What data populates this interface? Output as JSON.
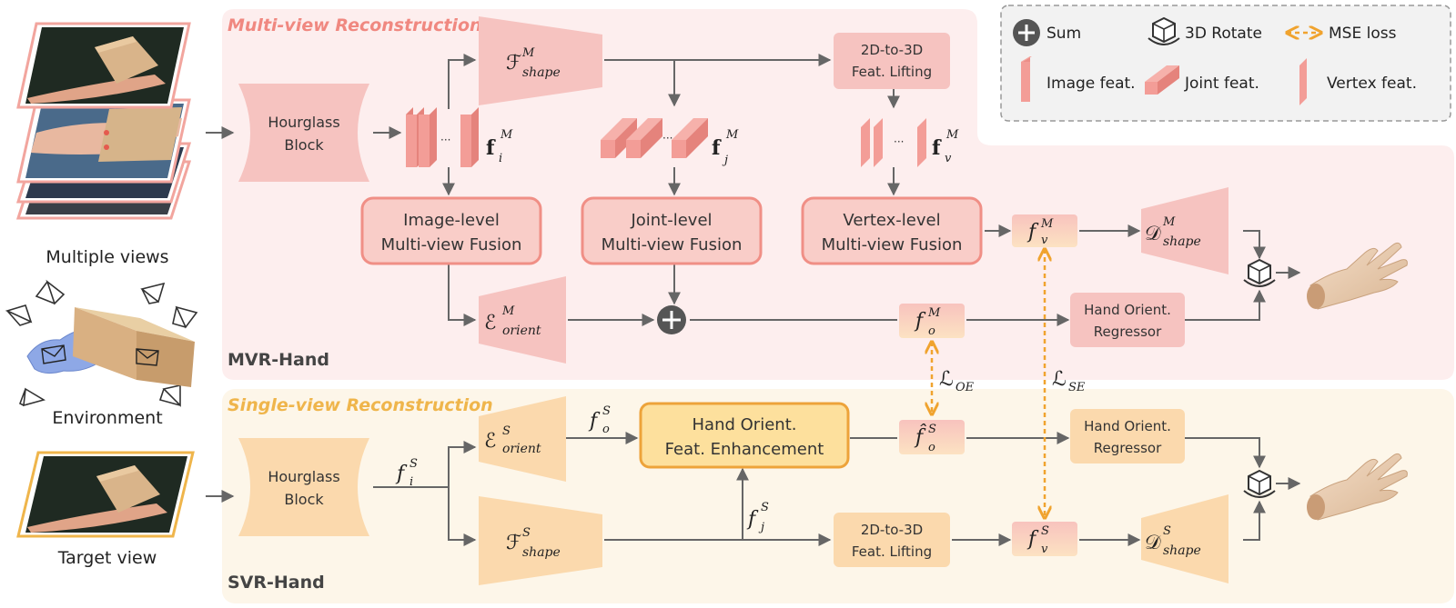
{
  "sections": {
    "mvr": {
      "title": "Multi-view Reconstruction",
      "name": "MVR-Hand"
    },
    "svr": {
      "title": "Single-view Reconstruction",
      "name": "SVR-Hand"
    }
  },
  "legend": {
    "sum": "Sum",
    "rotate": "3D Rotate",
    "mse": "MSE loss",
    "image_feat": "Image feat.",
    "joint_feat": "Joint feat.",
    "vertex_feat": "Vertex feat."
  },
  "left": {
    "multiple_views": "Multiple views",
    "environment": "Environment",
    "target_view": "Target view"
  },
  "mvr": {
    "hourglass": [
      "Hourglass",
      "Block"
    ],
    "lifting": [
      "2D-to-3D",
      "Feat. Lifting"
    ],
    "image_fusion": [
      "Image-level",
      "Multi-view Fusion"
    ],
    "joint_fusion": [
      "Joint-level",
      "Multi-view Fusion"
    ],
    "vertex_fusion": [
      "Vertex-level",
      "Multi-view Fusion"
    ],
    "regressor": [
      "Hand Orient.",
      "Regressor"
    ],
    "dots": "···"
  },
  "svr": {
    "hourglass": [
      "Hourglass",
      "Block"
    ],
    "enhancement": [
      "Hand Orient.",
      "Feat. Enhancement"
    ],
    "regressor": [
      "Hand Orient.",
      "Regressor"
    ],
    "lifting": [
      "2D-to-3D",
      "Feat. Lifting"
    ]
  },
  "symbols": {
    "F": "ℱ",
    "E": "ℰ",
    "D": "𝒟",
    "L": "ℒ",
    "shape": "shape",
    "orient": "orient",
    "M": "M",
    "S": "S",
    "OE": "OE",
    "SE": "SE",
    "f": "f",
    "fhat": "f̂",
    "bf": "f",
    "i": "i",
    "j": "j",
    "v": "v",
    "o": "o"
  },
  "colors": {
    "mvr_bg": "#fdeeee",
    "svr_bg": "#fdf6e9",
    "mvr_shape": "#f6c3c0",
    "mvr_fusion_fill": "#f9cdc8",
    "mvr_fusion_stroke": "#f08f86",
    "svr_shape": "#fbd9ad",
    "svr_enh_fill": "#fde09d",
    "svr_enh_stroke": "#eda33a",
    "mse": "#f0a32e",
    "mvr_title": "#f08880",
    "svr_title": "#efb54b",
    "arrow": "#666666"
  }
}
